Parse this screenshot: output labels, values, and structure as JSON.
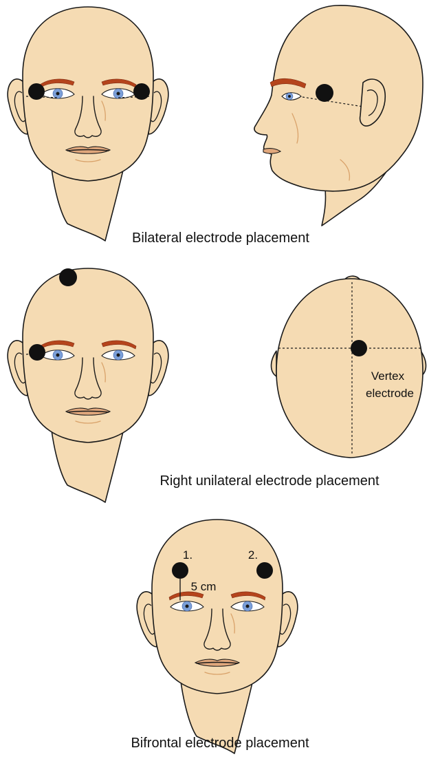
{
  "panels": {
    "bilateral": {
      "caption": "Bilateral electrode placement"
    },
    "right_unilateral": {
      "caption": "Right unilateral electrode placement",
      "vertex_line1": "Vertex",
      "vertex_line2": "electrode"
    },
    "bifrontal": {
      "caption": "Bifrontal electrode placement",
      "marker1": "1.",
      "marker2": "2.",
      "distance": "5 cm"
    }
  },
  "colors": {
    "skin": "#f5dbb3",
    "brow": "#b5441c",
    "iris": "#7b9fd8",
    "lip": "#e0a77c",
    "electrode": "#111111"
  }
}
